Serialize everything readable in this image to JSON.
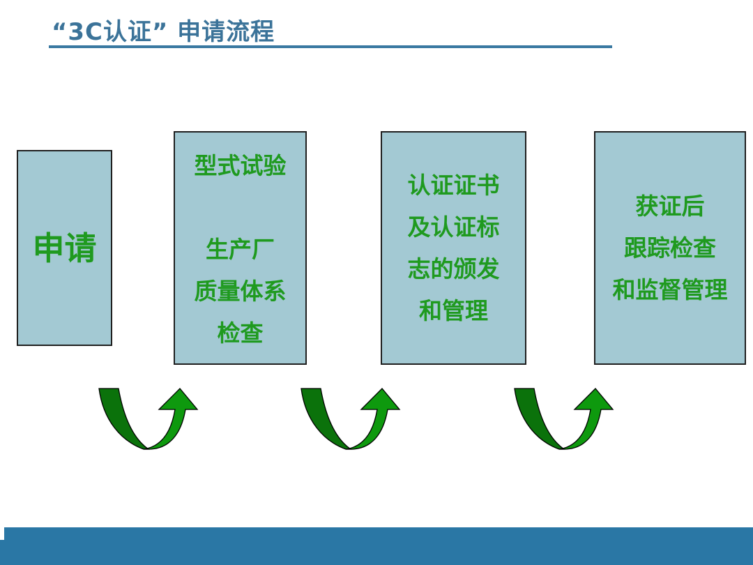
{
  "title": "“3C认证” 申请流程",
  "steps": [
    {
      "lines": [
        "申请"
      ]
    },
    {
      "lines": [
        "型式试验",
        "",
        "生产厂",
        "质量体系",
        "检查"
      ]
    },
    {
      "lines": [
        "认证证书",
        "及认证标",
        "志的颁发",
        "和管理"
      ]
    },
    {
      "lines": [
        "获证后",
        "跟踪检查",
        "和监督管理"
      ]
    }
  ],
  "colors": {
    "title": "#3b7399",
    "box_fill": "#a3c9d3",
    "text": "#1f9a1f",
    "arrow_dark": "#0b720b",
    "arrow_light": "#0e990e",
    "footer": "#2a77a5"
  }
}
